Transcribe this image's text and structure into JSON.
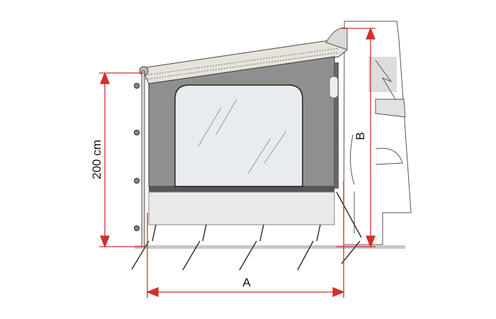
{
  "diagram": {
    "height_label": "200 cm",
    "width_label": "A",
    "vehicle_height_label": "B",
    "colors": {
      "dimension": "#d0312d",
      "panel_dark": "#8f8f8f",
      "panel_light": "#e9e9e9",
      "window": "#e8ecef",
      "ground": "#c8c8c8"
    }
  }
}
